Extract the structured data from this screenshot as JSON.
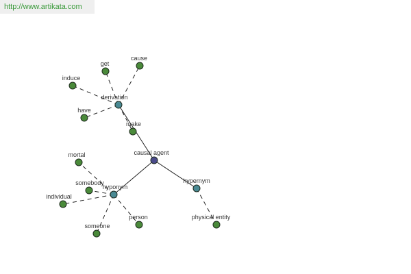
{
  "watermark": "http://www.artikata.com",
  "colors": {
    "root": "#4a4a8a",
    "relation": "#4a8a94",
    "leaf": "#4a8a3a"
  },
  "graph": {
    "nodes": [
      {
        "id": "causal-agent",
        "label": "causal agent",
        "kind": "root"
      },
      {
        "id": "derivation",
        "label": "derivation",
        "kind": "relation"
      },
      {
        "id": "hyponym",
        "label": "hyponym",
        "kind": "relation"
      },
      {
        "id": "hypernym",
        "label": "hypernym",
        "kind": "relation"
      },
      {
        "id": "get",
        "label": "get",
        "kind": "leaf"
      },
      {
        "id": "cause",
        "label": "cause",
        "kind": "leaf"
      },
      {
        "id": "induce",
        "label": "induce",
        "kind": "leaf"
      },
      {
        "id": "have",
        "label": "have",
        "kind": "leaf"
      },
      {
        "id": "make",
        "label": "make",
        "kind": "leaf"
      },
      {
        "id": "mortal",
        "label": "mortal",
        "kind": "leaf"
      },
      {
        "id": "somebody",
        "label": "somebody",
        "kind": "leaf"
      },
      {
        "id": "individual",
        "label": "individual",
        "kind": "leaf"
      },
      {
        "id": "someone",
        "label": "someone",
        "kind": "leaf"
      },
      {
        "id": "person",
        "label": "person",
        "kind": "leaf"
      },
      {
        "id": "physical-entity",
        "label": "physical entity",
        "kind": "leaf"
      }
    ],
    "edges": [
      {
        "from": "causal-agent",
        "to": "derivation",
        "style": "solid"
      },
      {
        "from": "causal-agent",
        "to": "hyponym",
        "style": "solid"
      },
      {
        "from": "causal-agent",
        "to": "hypernym",
        "style": "solid"
      },
      {
        "from": "derivation",
        "to": "get",
        "style": "dashed"
      },
      {
        "from": "derivation",
        "to": "cause",
        "style": "dashed"
      },
      {
        "from": "derivation",
        "to": "induce",
        "style": "dashed"
      },
      {
        "from": "derivation",
        "to": "have",
        "style": "dashed"
      },
      {
        "from": "derivation",
        "to": "make",
        "style": "dashed"
      },
      {
        "from": "hyponym",
        "to": "mortal",
        "style": "dashed"
      },
      {
        "from": "hyponym",
        "to": "somebody",
        "style": "dashed"
      },
      {
        "from": "hyponym",
        "to": "individual",
        "style": "dashed"
      },
      {
        "from": "hyponym",
        "to": "someone",
        "style": "dashed"
      },
      {
        "from": "hyponym",
        "to": "person",
        "style": "dashed"
      },
      {
        "from": "hypernym",
        "to": "physical-entity",
        "style": "dashed"
      }
    ]
  }
}
